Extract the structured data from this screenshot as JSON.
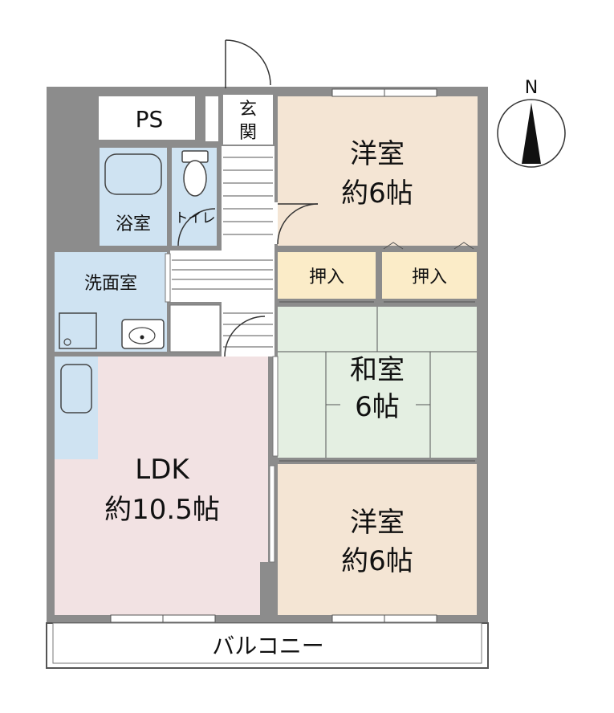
{
  "compass": {
    "letter": "N"
  },
  "rooms": {
    "ps": {
      "label": "PS"
    },
    "entrance": {
      "label_line1": "玄",
      "label_line2": "関"
    },
    "western_room_1": {
      "name": "洋室",
      "size": "約6帖"
    },
    "bathroom": {
      "label": "浴室"
    },
    "toilet": {
      "label": "トイレ"
    },
    "washroom": {
      "label": "洗面室"
    },
    "closet_1": {
      "label": "押入"
    },
    "closet_2": {
      "label": "押入"
    },
    "japanese_room": {
      "name": "和室",
      "size": "6帖"
    },
    "ldk": {
      "name": "LDK",
      "size": "約10.5帖"
    },
    "western_room_2": {
      "name": "洋室",
      "size": "約6帖"
    },
    "balcony": {
      "label": "バルコニー"
    }
  },
  "colors": {
    "wall": "#8c8c8c",
    "western_room": "#f4e5d4",
    "closet": "#fbecc8",
    "japanese_room": "#e4efe2",
    "ldk": "#f2e2e3",
    "wet_area": "#cfe3f2",
    "corridor": "#ffffff"
  }
}
